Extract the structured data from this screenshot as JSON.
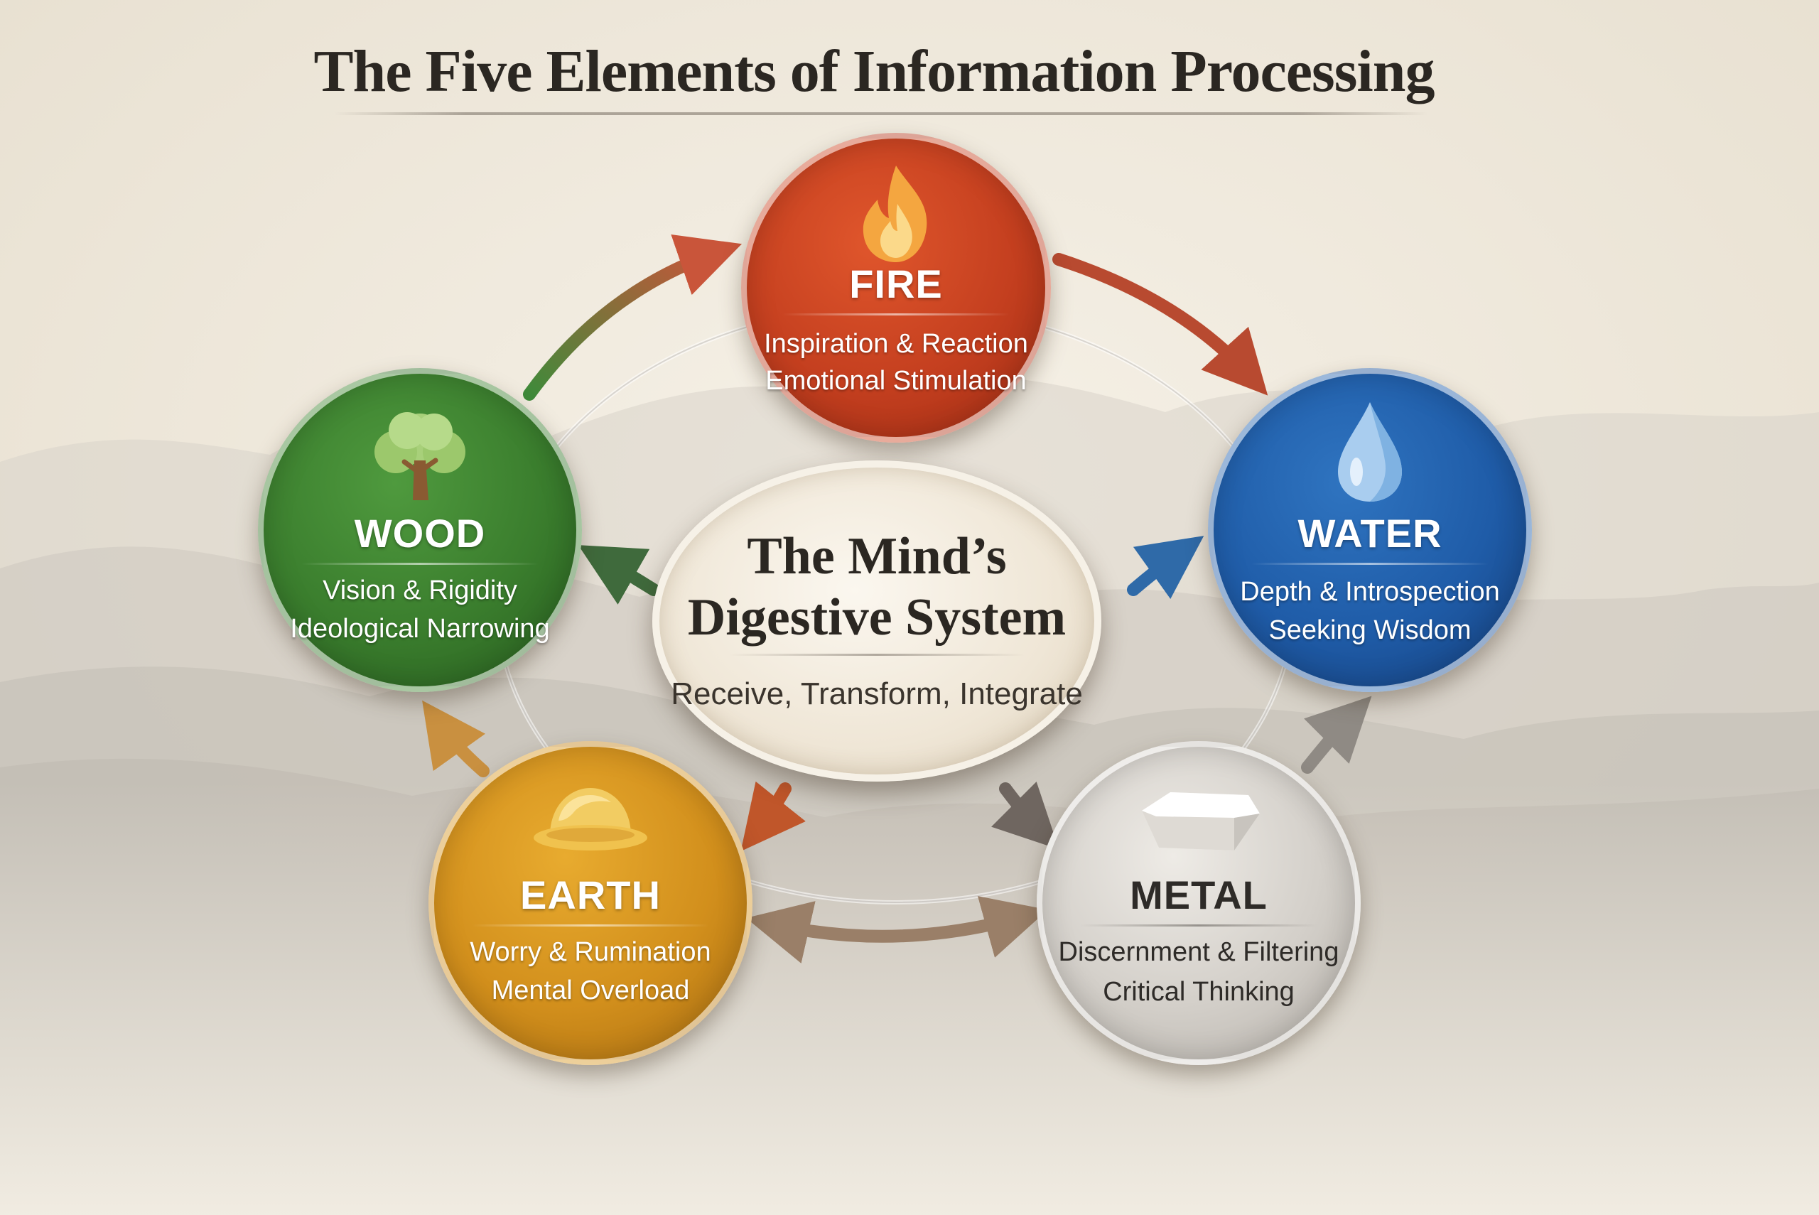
{
  "title": "The Five Elements of Information Processing",
  "center": {
    "title_line1": "The Mind’s",
    "title_line2": "Digestive System",
    "subtitle": "Receive, Transform, Integrate"
  },
  "elements": {
    "fire": {
      "name": "FIRE",
      "line1": "Inspiration & Reaction",
      "line2": "Emotional Stimulation",
      "color": "#c43f1f",
      "icon": "flame-icon"
    },
    "wood": {
      "name": "WOOD",
      "line1": "Vision & Rigidity",
      "line2": "Ideological Narrowing",
      "color": "#3a7d2d",
      "icon": "tree-icon"
    },
    "water": {
      "name": "WATER",
      "line1": "Depth & Introspection",
      "line2": "Seeking Wisdom",
      "color": "#1f5ca8",
      "icon": "water-drop-icon"
    },
    "earth": {
      "name": "EARTH",
      "line1": "Worry & Rumination",
      "line2": "Mental Overload",
      "color": "#d28f1c",
      "icon": "earth-mound-icon"
    },
    "metal": {
      "name": "METAL",
      "line1": "Discernment & Filtering",
      "line2": "Critical Thinking",
      "color": "#c9c5bf",
      "icon": "metal-ingot-icon"
    }
  }
}
